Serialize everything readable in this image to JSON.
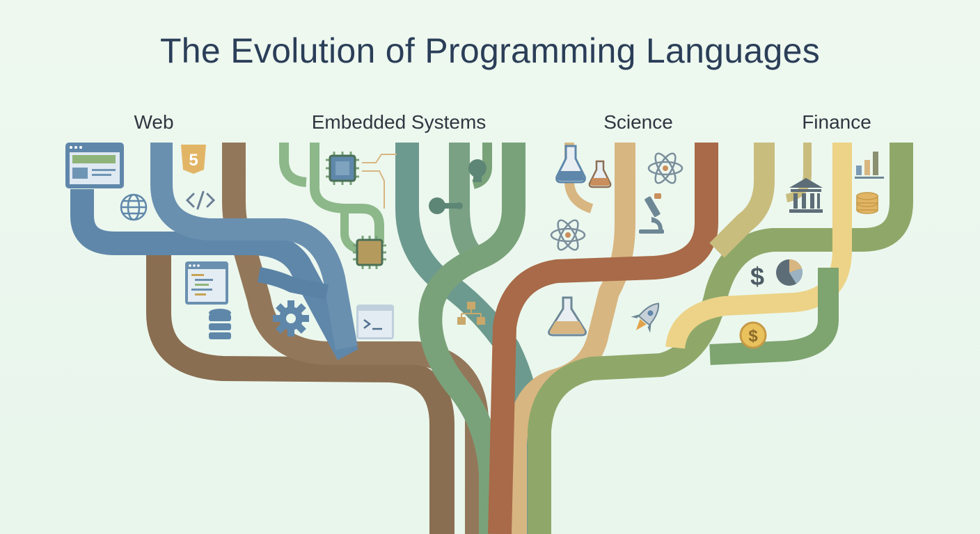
{
  "title": "The Evolution of Programming Languages",
  "categories": [
    {
      "label": "Web"
    },
    {
      "label": "Embedded Systems"
    },
    {
      "label": "Science"
    },
    {
      "label": "Finance"
    }
  ],
  "colors": {
    "background": "#eaf7ed",
    "title": "#2b3e58",
    "web_blue": "#5f87aa",
    "trunk_brown": "#8a6e52",
    "embedded_green": "#7aa27a",
    "science_tan": "#d8b681",
    "science_rust": "#a86a48",
    "finance_olive": "#8fa86a",
    "finance_yellow": "#ecd387"
  },
  "icons": {
    "web": [
      "browser-window-icon",
      "html5-icon",
      "globe-icon",
      "code-brackets-icon",
      "code-editor-icon",
      "database-icon",
      "gear-icon",
      "terminal-icon"
    ],
    "embedded": [
      "microchip-icon",
      "circuit-chip-icon",
      "robot-head-icon",
      "robot-arm-icon",
      "network-hierarchy-icon"
    ],
    "science": [
      "flask-icon",
      "small-flask-icon",
      "atom-icon",
      "microscope-icon",
      "erlenmeyer-flask-icon",
      "rocket-icon"
    ],
    "finance": [
      "bar-chart-icon",
      "bank-icon",
      "coin-stack-icon",
      "dollar-sign-icon",
      "pie-chart-icon",
      "dollar-coin-icon"
    ]
  }
}
